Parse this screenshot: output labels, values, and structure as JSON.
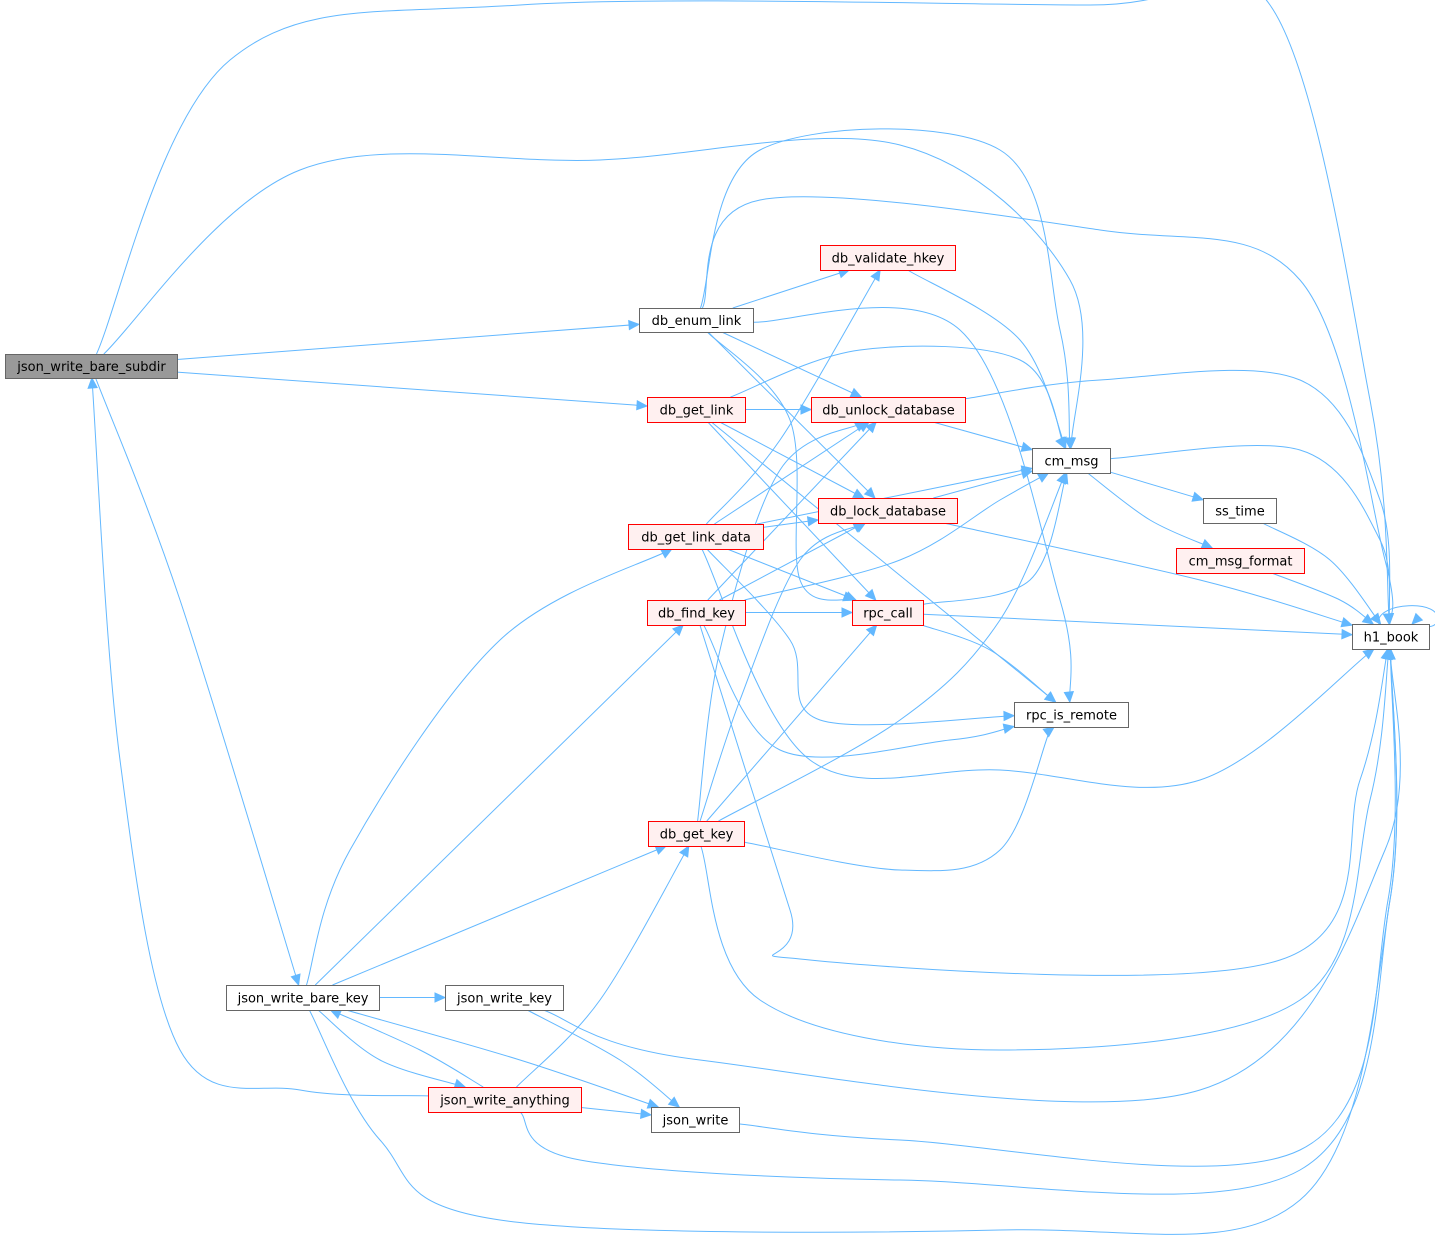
{
  "colors": {
    "edge": "#63b8ff",
    "root_fill": "#999999",
    "root_border": "#666666",
    "plain_fill": "#ffffff",
    "plain_border": "#666666",
    "truncated_fill": "#fff0f0",
    "truncated_border": "#ff0000",
    "background": "#ffffff"
  },
  "nodes": [
    {
      "id": "json_write_bare_subdir",
      "label": "json_write_bare_subdir",
      "kind": "root"
    },
    {
      "id": "db_enum_link",
      "label": "db_enum_link",
      "kind": "plain"
    },
    {
      "id": "db_get_link",
      "label": "db_get_link",
      "kind": "truncated"
    },
    {
      "id": "db_get_link_data",
      "label": "db_get_link_data",
      "kind": "truncated"
    },
    {
      "id": "db_find_key",
      "label": "db_find_key",
      "kind": "truncated"
    },
    {
      "id": "db_get_key",
      "label": "db_get_key",
      "kind": "truncated"
    },
    {
      "id": "json_write_bare_key",
      "label": "json_write_bare_key",
      "kind": "plain"
    },
    {
      "id": "json_write_key",
      "label": "json_write_key",
      "kind": "plain"
    },
    {
      "id": "json_write_anything",
      "label": "json_write_anything",
      "kind": "truncated"
    },
    {
      "id": "json_write",
      "label": "json_write",
      "kind": "plain"
    },
    {
      "id": "db_validate_hkey",
      "label": "db_validate_hkey",
      "kind": "truncated"
    },
    {
      "id": "db_unlock_database",
      "label": "db_unlock_database",
      "kind": "truncated"
    },
    {
      "id": "db_lock_database",
      "label": "db_lock_database",
      "kind": "truncated"
    },
    {
      "id": "rpc_call",
      "label": "rpc_call",
      "kind": "truncated"
    },
    {
      "id": "cm_msg",
      "label": "cm_msg",
      "kind": "plain"
    },
    {
      "id": "rpc_is_remote",
      "label": "rpc_is_remote",
      "kind": "plain"
    },
    {
      "id": "ss_time",
      "label": "ss_time",
      "kind": "plain"
    },
    {
      "id": "cm_msg_format",
      "label": "cm_msg_format",
      "kind": "truncated"
    },
    {
      "id": "h1_book",
      "label": "h1_book",
      "kind": "plain"
    }
  ],
  "edges": [
    {
      "from": "json_write_bare_subdir",
      "to": "h1_book"
    },
    {
      "from": "json_write_bare_subdir",
      "to": "cm_msg"
    },
    {
      "from": "json_write_bare_subdir",
      "to": "db_enum_link"
    },
    {
      "from": "json_write_bare_subdir",
      "to": "db_get_link"
    },
    {
      "from": "json_write_bare_subdir",
      "to": "json_write_bare_key"
    },
    {
      "from": "json_write_anything",
      "to": "json_write_bare_subdir"
    },
    {
      "from": "db_enum_link",
      "to": "db_validate_hkey"
    },
    {
      "from": "db_enum_link",
      "to": "db_unlock_database"
    },
    {
      "from": "db_enum_link",
      "to": "db_lock_database"
    },
    {
      "from": "db_enum_link",
      "to": "rpc_call"
    },
    {
      "from": "db_enum_link",
      "to": "cm_msg"
    },
    {
      "from": "db_enum_link",
      "to": "rpc_is_remote"
    },
    {
      "from": "db_enum_link",
      "to": "h1_book"
    },
    {
      "from": "db_get_link",
      "to": "db_unlock_database"
    },
    {
      "from": "db_get_link",
      "to": "db_lock_database"
    },
    {
      "from": "db_get_link",
      "to": "rpc_call"
    },
    {
      "from": "db_get_link",
      "to": "cm_msg"
    },
    {
      "from": "db_get_link",
      "to": "rpc_is_remote"
    },
    {
      "from": "db_get_link_data",
      "to": "db_validate_hkey"
    },
    {
      "from": "db_get_link_data",
      "to": "db_unlock_database"
    },
    {
      "from": "db_get_link_data",
      "to": "db_lock_database"
    },
    {
      "from": "db_get_link_data",
      "to": "rpc_call"
    },
    {
      "from": "db_get_link_data",
      "to": "cm_msg"
    },
    {
      "from": "db_get_link_data",
      "to": "rpc_is_remote"
    },
    {
      "from": "db_get_link_data",
      "to": "h1_book"
    },
    {
      "from": "db_find_key",
      "to": "db_unlock_database"
    },
    {
      "from": "db_find_key",
      "to": "db_lock_database"
    },
    {
      "from": "db_find_key",
      "to": "rpc_call"
    },
    {
      "from": "db_find_key",
      "to": "cm_msg"
    },
    {
      "from": "db_find_key",
      "to": "rpc_is_remote"
    },
    {
      "from": "db_find_key",
      "to": "h1_book"
    },
    {
      "from": "db_get_key",
      "to": "db_unlock_database"
    },
    {
      "from": "db_get_key",
      "to": "db_lock_database"
    },
    {
      "from": "db_get_key",
      "to": "rpc_call"
    },
    {
      "from": "db_get_key",
      "to": "cm_msg"
    },
    {
      "from": "db_get_key",
      "to": "rpc_is_remote"
    },
    {
      "from": "db_get_key",
      "to": "h1_book"
    },
    {
      "from": "json_write_bare_key",
      "to": "db_get_link_data"
    },
    {
      "from": "json_write_bare_key",
      "to": "db_find_key"
    },
    {
      "from": "json_write_bare_key",
      "to": "db_get_key"
    },
    {
      "from": "json_write_bare_key",
      "to": "json_write_key"
    },
    {
      "from": "json_write_bare_key",
      "to": "json_write_anything"
    },
    {
      "from": "json_write_bare_key",
      "to": "json_write"
    },
    {
      "from": "json_write_bare_key",
      "to": "h1_book"
    },
    {
      "from": "json_write_anything",
      "to": "json_write_bare_key"
    },
    {
      "from": "json_write_anything",
      "to": "db_get_key"
    },
    {
      "from": "json_write_anything",
      "to": "json_write"
    },
    {
      "from": "json_write_anything",
      "to": "h1_book"
    },
    {
      "from": "json_write_key",
      "to": "json_write"
    },
    {
      "from": "json_write_key",
      "to": "h1_book"
    },
    {
      "from": "json_write",
      "to": "h1_book"
    },
    {
      "from": "db_validate_hkey",
      "to": "cm_msg"
    },
    {
      "from": "db_unlock_database",
      "to": "cm_msg"
    },
    {
      "from": "db_unlock_database",
      "to": "h1_book"
    },
    {
      "from": "db_lock_database",
      "to": "cm_msg"
    },
    {
      "from": "db_lock_database",
      "to": "h1_book"
    },
    {
      "from": "rpc_call",
      "to": "cm_msg"
    },
    {
      "from": "rpc_call",
      "to": "rpc_is_remote"
    },
    {
      "from": "rpc_call",
      "to": "h1_book"
    },
    {
      "from": "cm_msg",
      "to": "ss_time"
    },
    {
      "from": "cm_msg",
      "to": "cm_msg_format"
    },
    {
      "from": "cm_msg",
      "to": "h1_book"
    },
    {
      "from": "ss_time",
      "to": "h1_book"
    },
    {
      "from": "cm_msg_format",
      "to": "h1_book"
    },
    {
      "from": "h1_book",
      "to": "h1_book"
    }
  ]
}
